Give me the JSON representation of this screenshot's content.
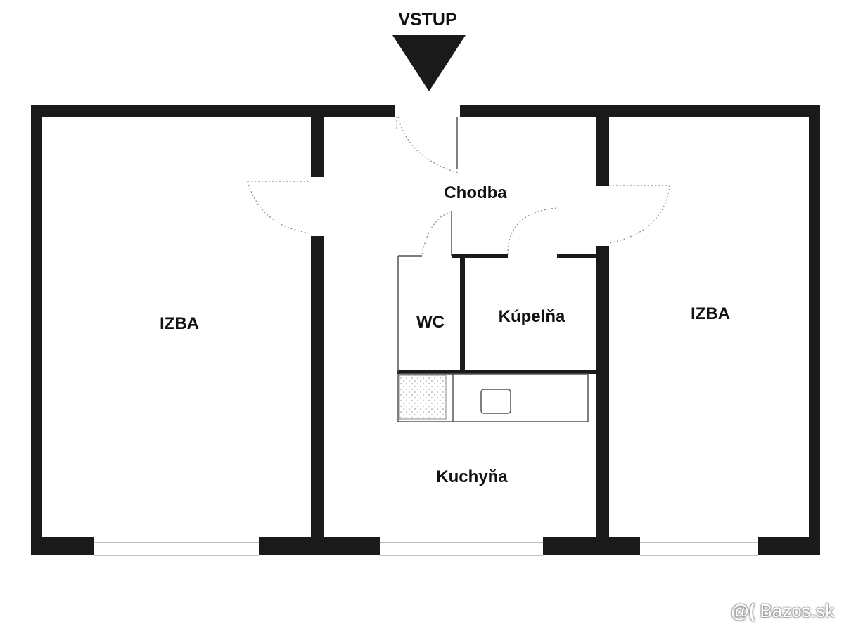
{
  "entry": {
    "label": "VSTUP"
  },
  "rooms": {
    "left_room": "IZBA",
    "right_room": "IZBA",
    "hallway": "Chodba",
    "wc": "WC",
    "bathroom": "Kúpelňa",
    "kitchen": "Kuchyňa"
  },
  "watermark": {
    "icon": "@(",
    "text": "Bazos.sk"
  },
  "colors": {
    "wall": "#1a1a1a",
    "background": "#ffffff"
  }
}
